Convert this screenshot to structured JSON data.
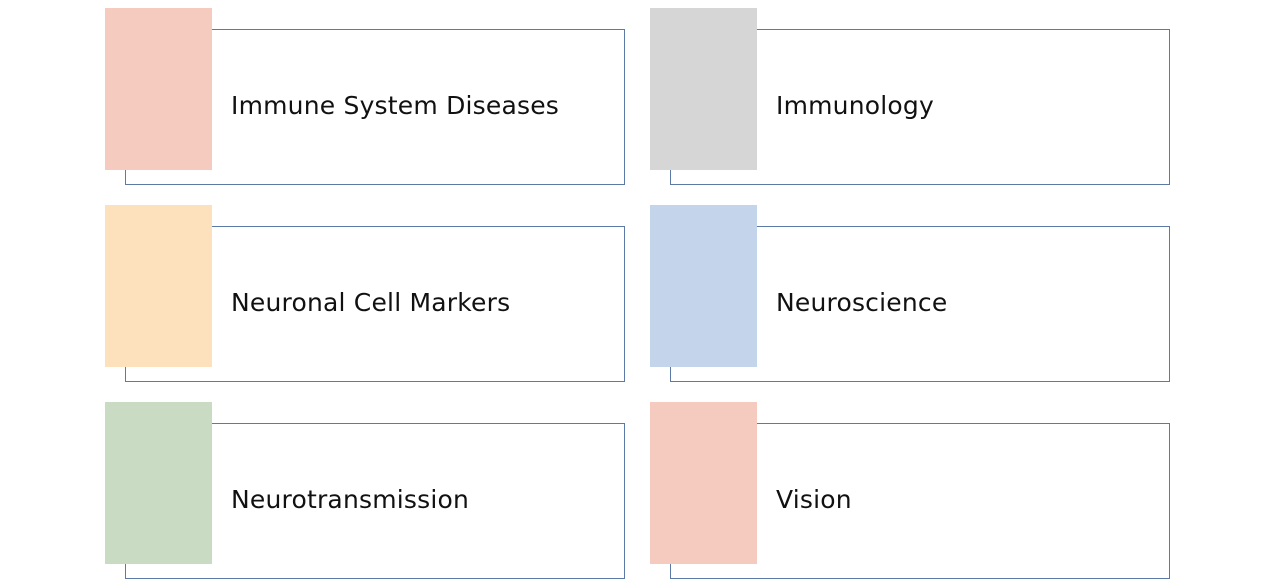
{
  "diagram": {
    "border_color": "#5b7aa8",
    "items": [
      {
        "label": "Immune System Diseases",
        "color": "#f5cbbf"
      },
      {
        "label": "Immunology",
        "color": "#d6d6d6"
      },
      {
        "label": "Neuronal Cell Markers",
        "color": "#fde1bd"
      },
      {
        "label": "Neuroscience",
        "color": "#c3d4eb"
      },
      {
        "label": "Neurotransmission",
        "color": "#c9dcc3"
      },
      {
        "label": "Vision",
        "color": "#f5cbbf"
      }
    ]
  }
}
